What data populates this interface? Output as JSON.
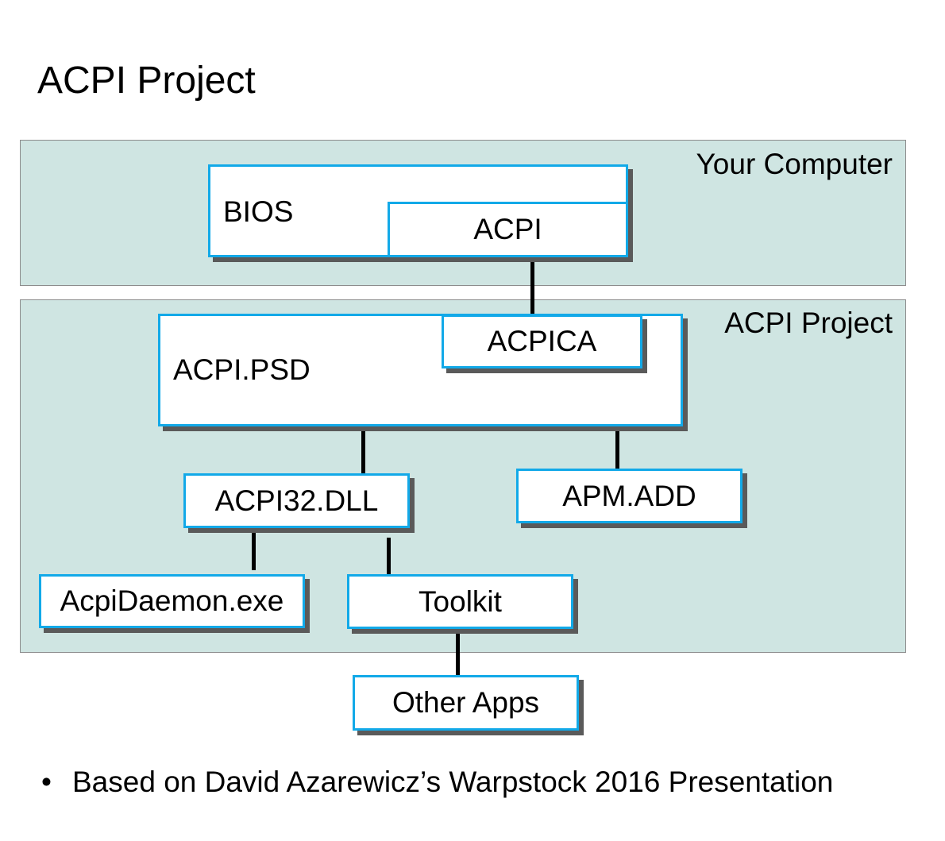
{
  "title": "ACPI Project",
  "regions": {
    "your_computer": "Your Computer",
    "acpi_project": "ACPI Project"
  },
  "nodes": {
    "bios": "BIOS",
    "acpi": "ACPI",
    "acpica": "ACPICA",
    "acpi_psd": "ACPI.PSD",
    "acpi32_dll": "ACPI32.DLL",
    "apm_add": "APM.ADD",
    "acpidaemon": "AcpiDaemon.exe",
    "toolkit": "Toolkit",
    "other_apps": "Other Apps"
  },
  "edges": [
    [
      "acpi",
      "acpica"
    ],
    [
      "acpi_psd",
      "acpi32_dll"
    ],
    [
      "acpi_psd",
      "apm_add"
    ],
    [
      "acpi32_dll",
      "acpidaemon"
    ],
    [
      "acpi32_dll",
      "toolkit"
    ],
    [
      "toolkit",
      "other_apps"
    ]
  ],
  "colors": {
    "region_fill": "#cfe5e2",
    "box_border": "#12a9e8",
    "shadow": "#5a5a5a"
  },
  "footnote": {
    "bullet": "•",
    "text": "Based on David Azarewicz’s Warpstock 2016 Presentation"
  }
}
